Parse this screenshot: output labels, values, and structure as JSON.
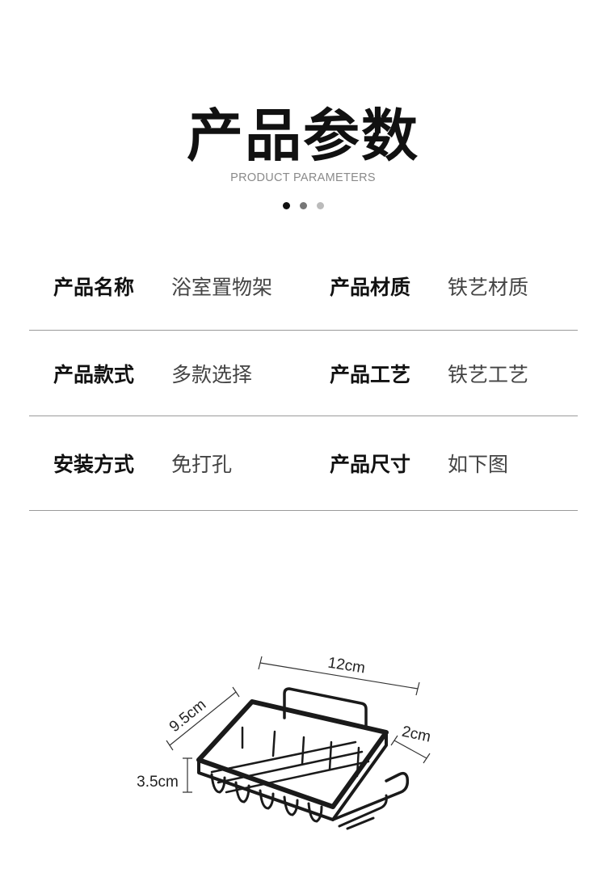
{
  "header": {
    "title": "产品参数",
    "subtitle": "PRODUCT PARAMETERS",
    "dot_colors": [
      "#111111",
      "#777777",
      "#bbbbbb"
    ]
  },
  "params": {
    "rows": [
      {
        "left": {
          "label": "产品名称",
          "value": "浴室置物架"
        },
        "right": {
          "label": "产品材质",
          "value": "铁艺材质"
        }
      },
      {
        "left": {
          "label": "产品款式",
          "value": "多款选择"
        },
        "right": {
          "label": "产品工艺",
          "value": "铁艺工艺"
        }
      },
      {
        "left": {
          "label": "安装方式",
          "value": "免打孔"
        },
        "right": {
          "label": "产品尺寸",
          "value": "如下图"
        }
      }
    ]
  },
  "dimensions": {
    "length": "12cm",
    "width": "9.5cm",
    "hook": "2cm",
    "height": "3.5cm"
  }
}
